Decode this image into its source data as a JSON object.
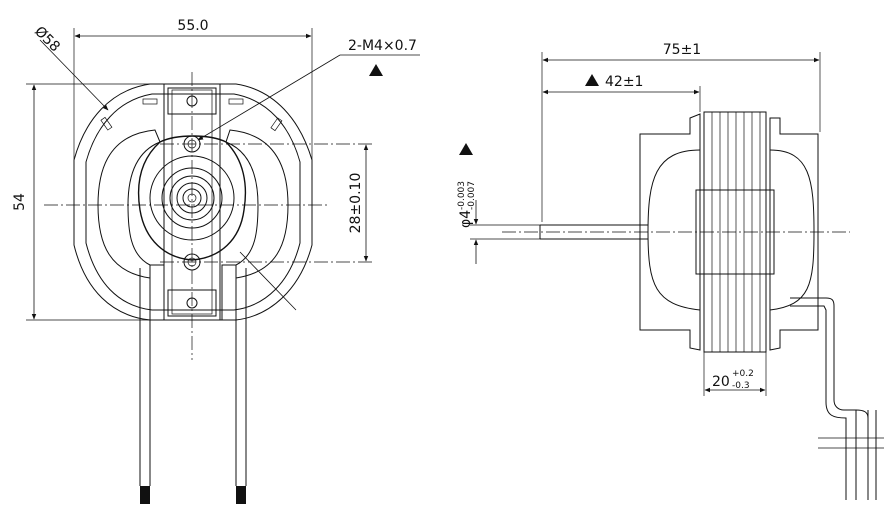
{
  "front_view": {
    "dia_outer_label": "Ø58",
    "width_label": "55.0",
    "height_label": "54",
    "hole_spacing_label": "28±0.10",
    "thread_label": "2-M4×0.7"
  },
  "side_view": {
    "overall_length_label": "75±1",
    "shaft_length_label": "42±1",
    "shaft_dia_main": "φ4",
    "shaft_dia_upper_tol": "-0.003",
    "shaft_dia_lower_tol": "-0.007",
    "stack_base_label": "20",
    "stack_upper_tol": "+0.2",
    "stack_lower_tol": "-0.3"
  },
  "colors": {
    "line": "#111111",
    "background": "#ffffff"
  }
}
